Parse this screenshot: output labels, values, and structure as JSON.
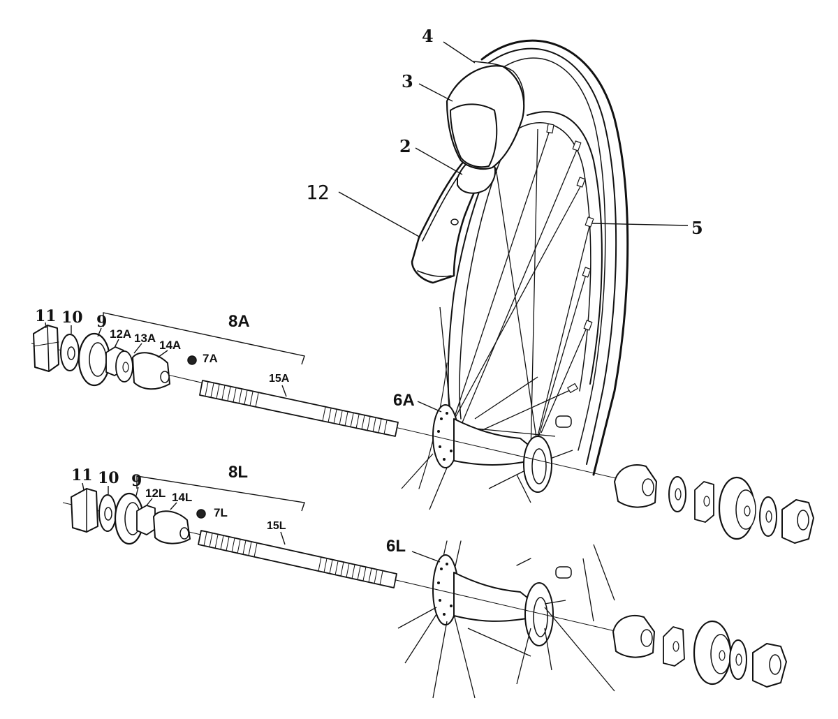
{
  "labels": {
    "tube": "2",
    "tire_section": "3",
    "tire": "4",
    "spoke": "5",
    "hub_front": "6A",
    "hub_rear": "6L",
    "ball_front": "7A",
    "ball_rear": "7L",
    "axle_set_front": "8A",
    "axle_set_rear": "8L",
    "cone_washer_front": "9",
    "cone_washer_rear": "9",
    "washer_front": "10",
    "washer_rear": "10",
    "nut_front": "11",
    "nut_rear": "11",
    "rim": "12",
    "locknut_front": "12A",
    "locknut_rear": "12L",
    "spacer_front": "13A",
    "cone_front": "14A",
    "cone_rear": "14L",
    "axle_front": "15A",
    "axle_rear": "15L"
  }
}
